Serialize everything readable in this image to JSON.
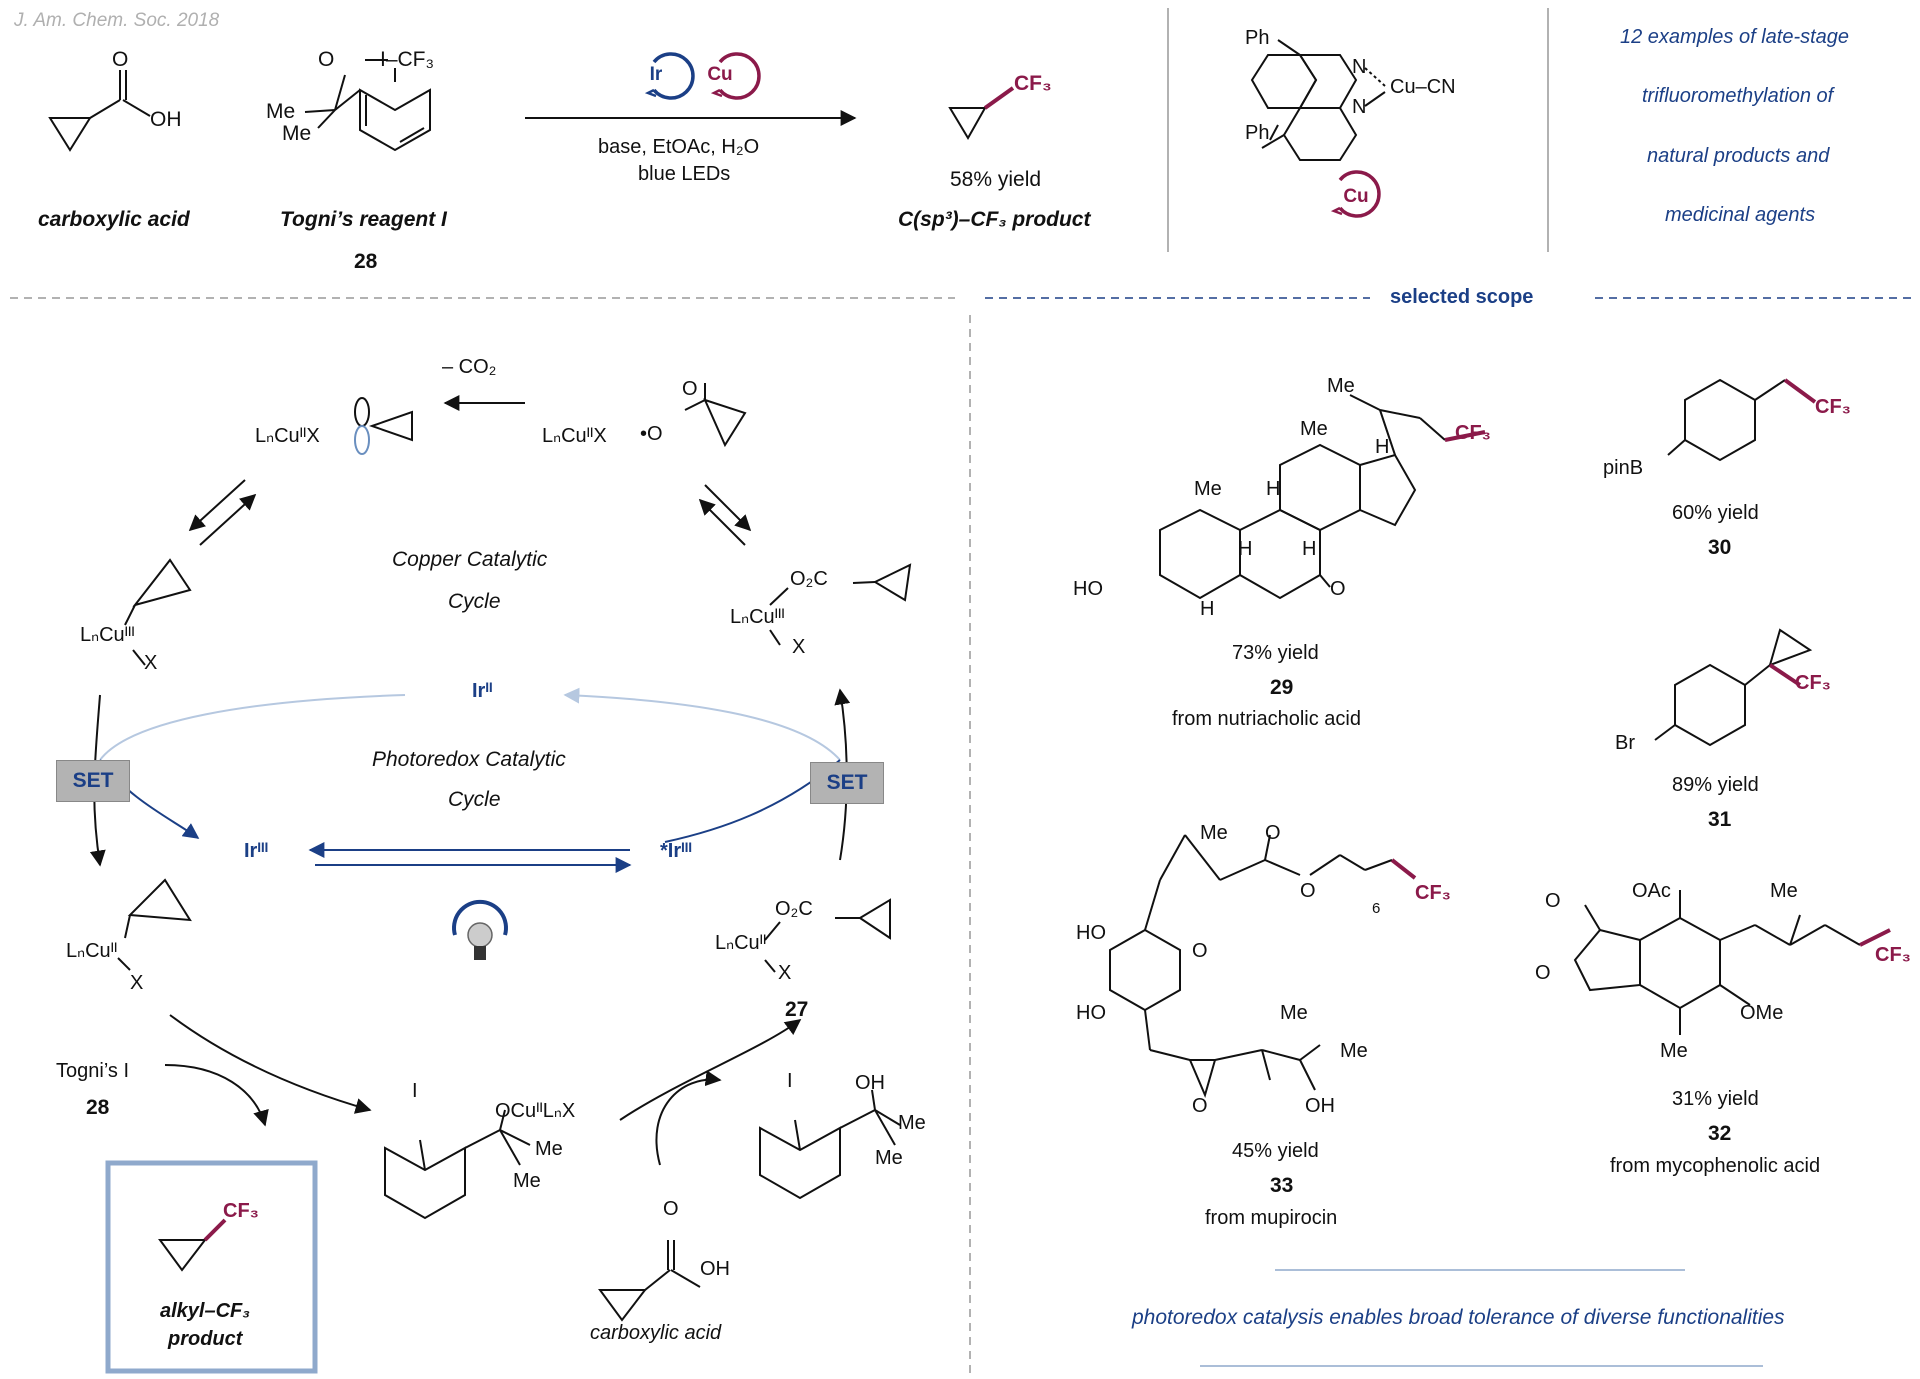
{
  "citation": "J. Am. Chem. Soc. 2018",
  "top_reaction": {
    "reactant1_label": "carboxylic acid",
    "reactant2_label": "Togni’s reagent I",
    "reactant2_number": "28",
    "conditions_line1": "base, EtOAc, H₂O",
    "conditions_line2": "blue LEDs",
    "catalyst_ir": "Ir",
    "catalyst_cu": "Cu",
    "product_yield": "58% yield",
    "product_label": "C(sp³)–CF₃ product",
    "catalyst_complex_cu": "Cu",
    "summary_line1": "12 examples of late-stage",
    "summary_line2": "trifluoromethylation of",
    "summary_line3": "natural products and",
    "summary_line4": "medicinal agents"
  },
  "structure_labels": {
    "acid_o": "O",
    "acid_oh": "OH",
    "togni_o": "O",
    "togni_icf3": "I–CF₃",
    "togni_me1": "Me",
    "togni_me2": "Me",
    "cf3": "CF₃",
    "ph1": "Ph",
    "ph2": "Ph",
    "n1": "N",
    "n2": "N",
    "cucn": "Cu–CN"
  },
  "mechanism": {
    "minus_co2": "– CO₂",
    "copper_cycle_line1": "Copper Catalytic",
    "copper_cycle_line2": "Cycle",
    "photoredox_line1": "Photoredox Catalytic",
    "photoredox_line2": "Cycle",
    "ir_ii": "Irᴵᴵ",
    "ir_iii": "Irᴵᴵᴵ",
    "ir_iii_excited": "*Irᴵᴵᴵ",
    "set_left": "SET",
    "set_right": "SET",
    "togni_label": "Togni’s I",
    "togni_number": "28",
    "intermediate27": "27",
    "product_box_line1": "alkyl–CF₃",
    "product_box_line2": "product",
    "acid_label": "carboxylic acid",
    "lncu_radical": "LₙCuᴵᴵX",
    "lncu_carboxyl": "LₙCuᴵᴵX",
    "lncu3_alkyl": "LₙCuᴵᴵᴵ",
    "lncu3_carboxyl": "LₙCuᴵᴵᴵ",
    "lncu2_alkyl": "LₙCuᴵᴵ",
    "lncu2_carboxyl": "LₙCuᴵᴵ",
    "x": "X",
    "o2c": "O₂C",
    "o_radical": "•O",
    "o_carbonyl": "O",
    "ocu_ln_x": "OCuᴵᴵLₙX",
    "me": "Me",
    "i": "I",
    "oh": "OH"
  },
  "scope": {
    "header": "selected scope",
    "item29": {
      "yield": "73% yield",
      "number": "29",
      "source": "from nutriacholic acid"
    },
    "item30": {
      "yield": "60% yield",
      "number": "30",
      "substituent": "pinB"
    },
    "item31": {
      "yield": "89% yield",
      "number": "31",
      "substituent": "Br"
    },
    "item32": {
      "yield": "31% yield",
      "number": "32",
      "source": "from mycophenolic acid"
    },
    "item33": {
      "yield": "45% yield",
      "number": "33",
      "source": "from mupirocin"
    },
    "footer": "photoredox catalysis enables broad tolerance of diverse functionalities",
    "steroid_labels": {
      "me_top": "Me",
      "me_mid": "Me",
      "me_left": "Me",
      "h1": "H",
      "h2": "H",
      "h3": "H",
      "h4": "H",
      "h5": "H",
      "ho": "HO",
      "o": "O"
    },
    "mupirocin_labels": {
      "me1": "Me",
      "o1": "O",
      "o2": "O",
      "ho1": "HO",
      "ho2": "HO",
      "o3": "O",
      "me2": "Me",
      "me3": "Me",
      "oh": "OH",
      "sub6": "6",
      "o4": "O"
    },
    "myco_labels": {
      "o1": "O",
      "o2": "O",
      "oac": "OAc",
      "me1": "Me",
      "ome": "OMe",
      "me2": "Me"
    }
  },
  "colors": {
    "accent_blue": "#1b3f86",
    "maroon": "#8b1a4a",
    "light_blue_box": "#8fa9cc",
    "set_gray": "#b3b3b3"
  }
}
